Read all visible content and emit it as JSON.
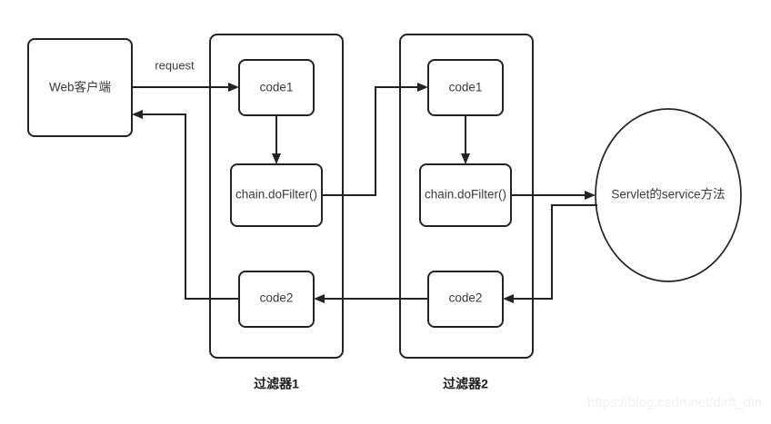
{
  "diagram": {
    "title_present": false,
    "background_color": "#ffffff",
    "stroke_color": "#232323",
    "text_color": "#3b3b3b",
    "nodes": {
      "client": {
        "label": "Web客户端"
      },
      "filter1": {
        "caption": "过滤器1",
        "code1": {
          "label": "code1"
        },
        "do_filter": {
          "label": "chain.doFilter()"
        },
        "code2": {
          "label": "code2"
        }
      },
      "filter2": {
        "caption": "过滤器2",
        "code1": {
          "label": "code1"
        },
        "do_filter": {
          "label": "chain.doFilter()"
        },
        "code2": {
          "label": "code2"
        }
      },
      "servlet": {
        "label": "Servlet的service方法"
      }
    },
    "edges": [
      {
        "id": "client-to-filter1-code1",
        "label": "request",
        "from": "client",
        "to": "filter1.code1"
      },
      {
        "id": "filter1-code1-to-dofilter",
        "label": "",
        "from": "filter1.code1",
        "to": "filter1.do_filter"
      },
      {
        "id": "filter1-dofilter-to-filter2-code1",
        "label": "",
        "from": "filter1.do_filter",
        "to": "filter2.code1"
      },
      {
        "id": "filter2-code1-to-dofilter",
        "label": "",
        "from": "filter2.code1",
        "to": "filter2.do_filter"
      },
      {
        "id": "filter2-dofilter-to-servlet",
        "label": "",
        "from": "filter2.do_filter",
        "to": "servlet"
      },
      {
        "id": "servlet-to-filter2-code2",
        "label": "",
        "from": "servlet",
        "to": "filter2.code2"
      },
      {
        "id": "filter2-code2-to-filter1-code2",
        "label": "",
        "from": "filter2.code2",
        "to": "filter1.code2"
      },
      {
        "id": "filter1-code2-to-client",
        "label": "",
        "from": "filter1.code2",
        "to": "client"
      }
    ],
    "watermark": {
      "text": "https://blog.csdn.net/dirft_din"
    }
  }
}
